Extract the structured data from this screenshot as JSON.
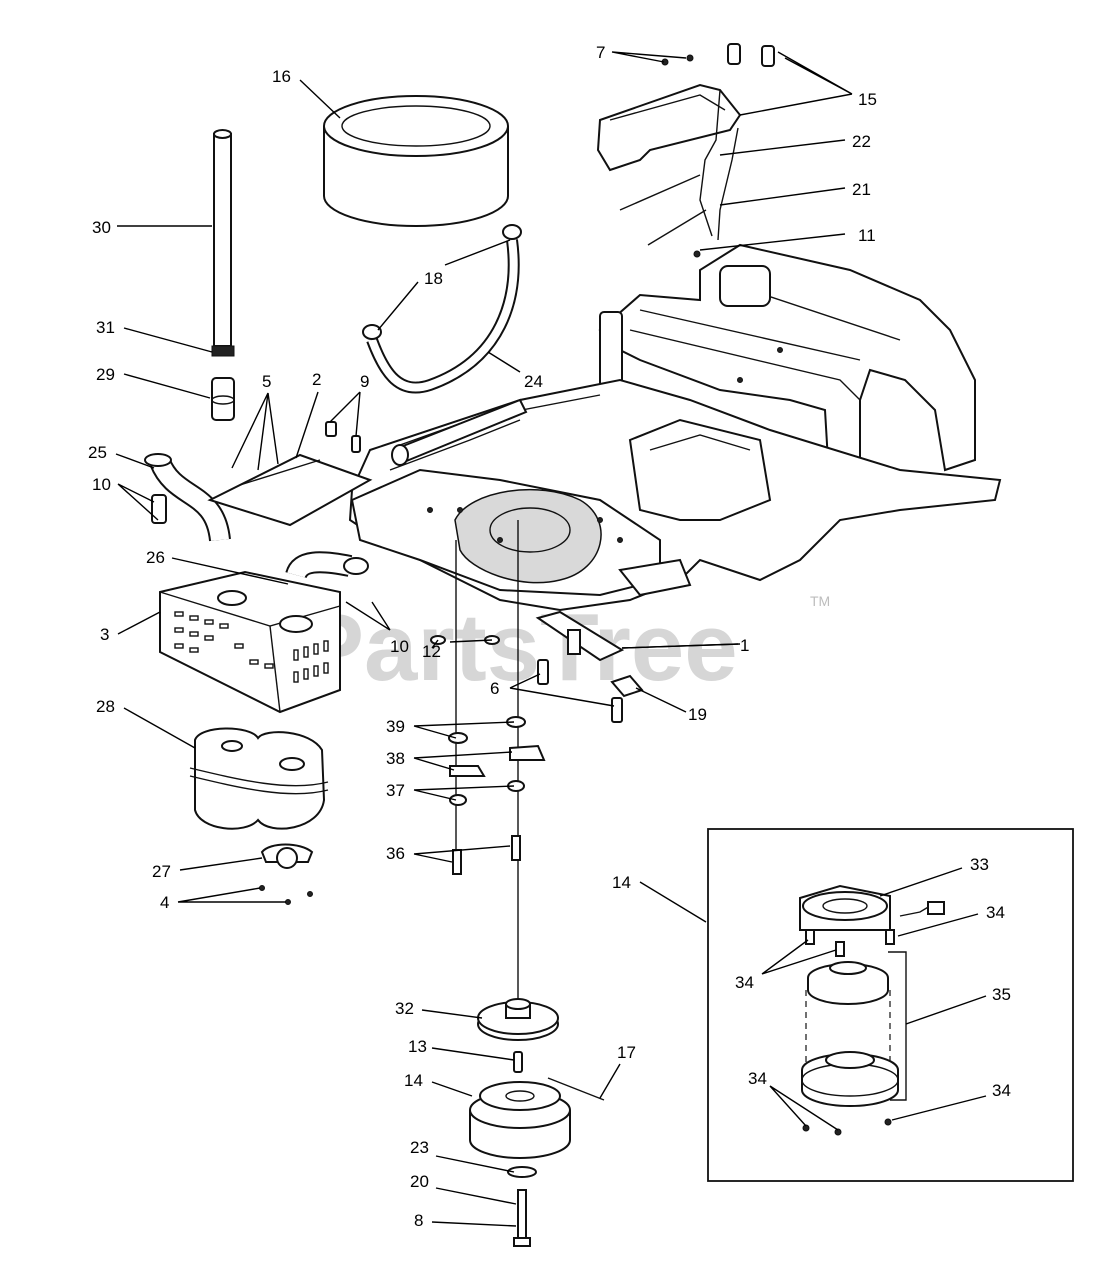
{
  "watermark": {
    "brand": "PartsTree",
    "trademark": "TM"
  },
  "callouts": {
    "c1": "1",
    "c2": "2",
    "c3": "3",
    "c4": "4",
    "c5": "5",
    "c6": "6",
    "c7": "7",
    "c8": "8",
    "c9": "9",
    "c10a": "10",
    "c10b": "10",
    "c11": "11",
    "c12": "12",
    "c13": "13",
    "c14a": "14",
    "c14b": "14",
    "c15": "15",
    "c16": "16",
    "c17": "17",
    "c18": "18",
    "c19": "19",
    "c20": "20",
    "c21": "21",
    "c22": "22",
    "c23": "23",
    "c24": "24",
    "c25": "25",
    "c26": "26",
    "c27": "27",
    "c28": "28",
    "c29": "29",
    "c30": "30",
    "c31": "31",
    "c32": "32",
    "c33": "33",
    "c34a": "34",
    "c34b": "34",
    "c34c": "34",
    "c34d": "34",
    "c35": "35",
    "c36": "36",
    "c37": "37",
    "c38": "38",
    "c39": "39"
  }
}
